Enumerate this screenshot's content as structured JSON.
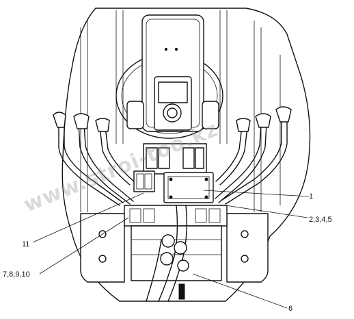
{
  "diagram": {
    "callouts": {
      "c1": "1",
      "c2": "2,3,4,5",
      "c6": "6",
      "c11": "11",
      "c7": "7,8,9,10"
    },
    "watermark": "www.stroi-too.kz"
  }
}
